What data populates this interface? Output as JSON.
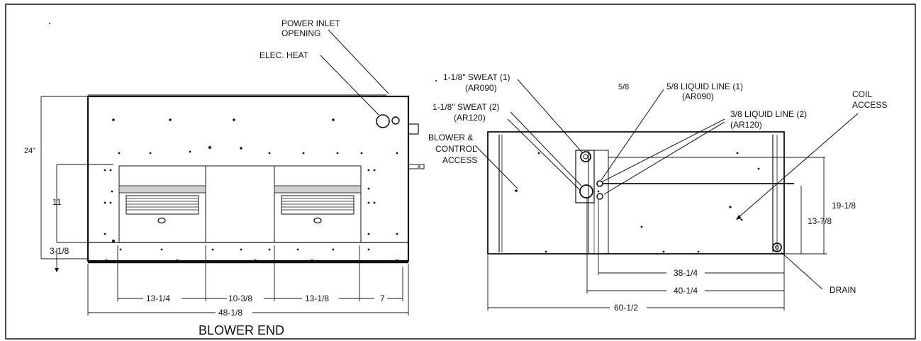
{
  "views": {
    "blower_end": {
      "title": "BLOWER END",
      "labels": {
        "power_inlet_1": "POWER INLET",
        "power_inlet_2": "OPENING",
        "elec_heat": "ELEC. HEAT"
      },
      "dims": {
        "height_total": "24”",
        "height_opening": "11",
        "height_base": "3-1/8",
        "w_1": "13-1/4",
        "w_2": "10-3/8",
        "w_3": "13-1/8",
        "w_4": "7",
        "w_total": "48-1/8"
      }
    },
    "side": {
      "labels": {
        "sweat1_a": "1-1/8\" SWEAT (1)",
        "sweat1_b": "(AR090)",
        "sweat2_a": "1-1/8\" SWEAT (2)",
        "sweat2_b": "(AR120)",
        "small_58": "5/8",
        "liquid1_a": "5/8  LIQUID LINE (1)",
        "liquid1_b": "(AR090)",
        "liquid2_a": "3/8 LIQUID LINE (2)",
        "liquid2_b": "(AR120)",
        "coil_a": "COIL",
        "coil_b": "ACCESS",
        "blower_a": "BLOWER &",
        "blower_b": "CONTROL",
        "blower_c": "ACCESS",
        "drain": "DRAIN"
      },
      "dims": {
        "h_1": "19-1/8",
        "h_2": "13-7/8",
        "w_1": "38-1/4",
        "w_2": "40-1/4",
        "w_total": "60-1/2"
      }
    }
  }
}
